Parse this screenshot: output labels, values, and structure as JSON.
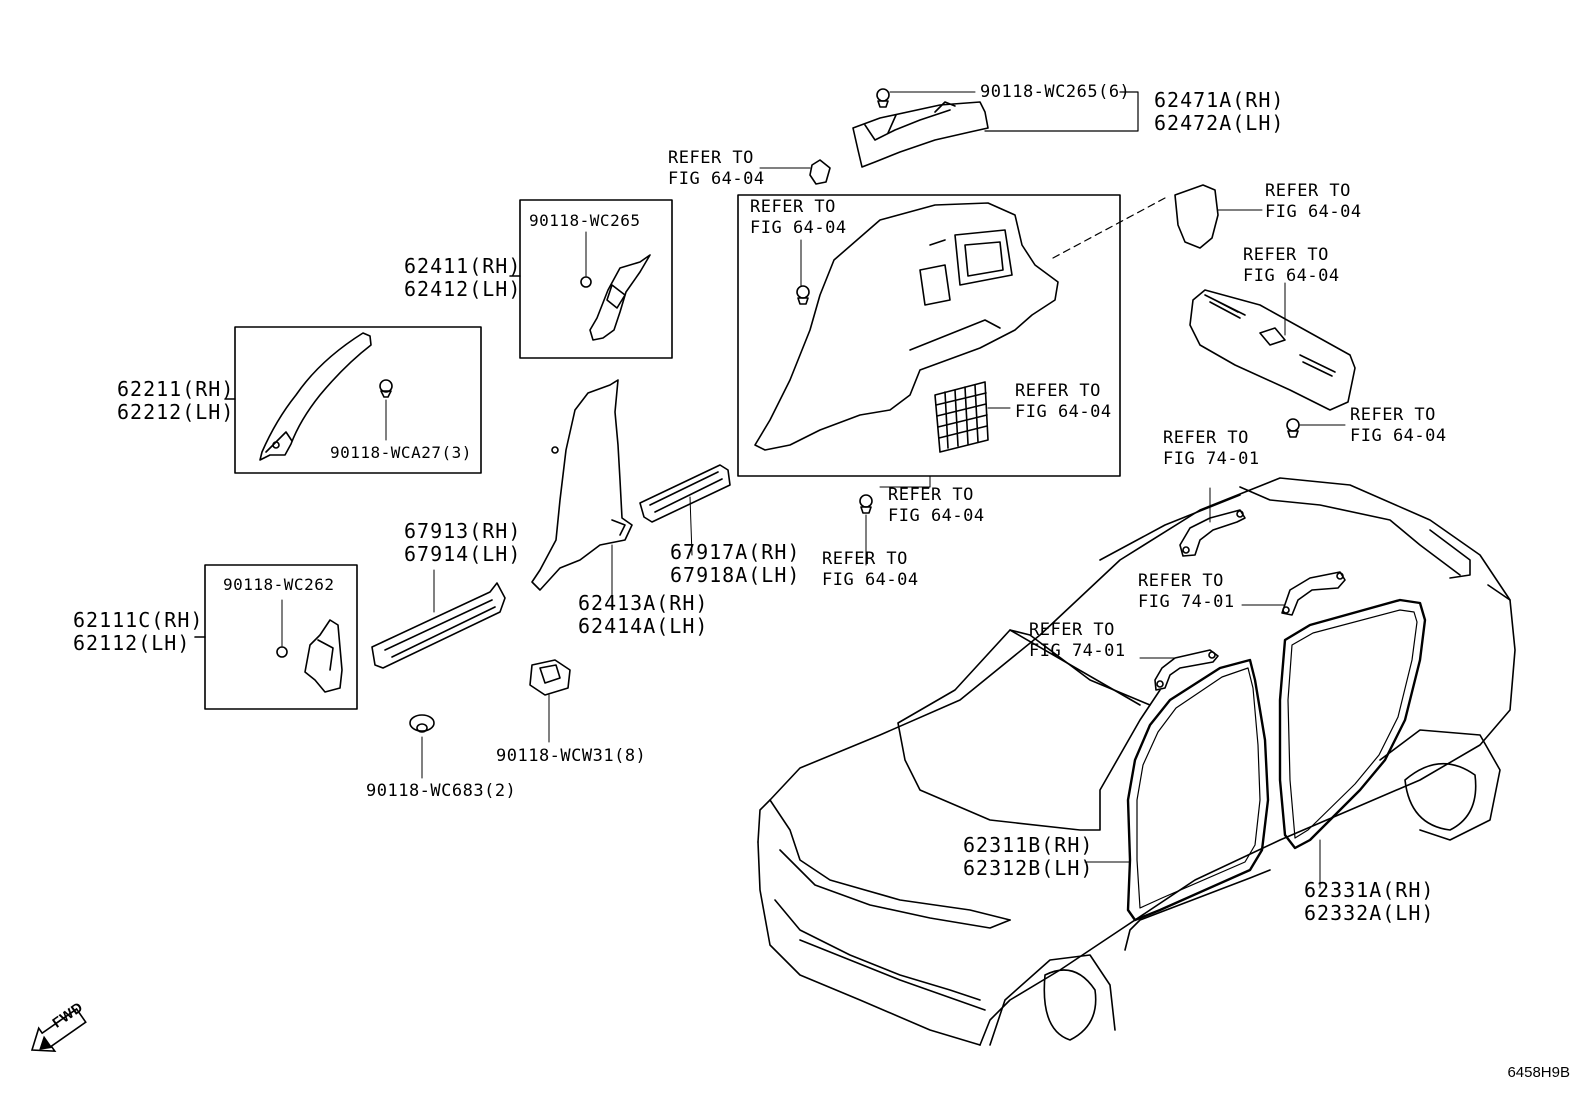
{
  "labels": {
    "p62471": "62471A(RH)",
    "p62472": "62472A(LH)",
    "p90118_wc265_6": "90118-WC265(6)",
    "refer_a_1": "REFER TO",
    "refer_a_2": "FIG 64-04",
    "box_b_part": "90118-WC265",
    "p62411": "62411(RH)",
    "p62412": "62412(LH)",
    "p62211": "62211(RH)",
    "p62212": "62212(LH)",
    "p90118_wca27": "90118-WCA27(3)",
    "refer_c_1": "REFER TO",
    "refer_c_2": "FIG 64-04",
    "refer_d_1": "REFER TO",
    "refer_d_2": "FIG 64-04",
    "refer_e_1": "REFER TO",
    "refer_e_2": "FIG 64-04",
    "refer_f_1": "REFER TO",
    "refer_f_2": "FIG 64-04",
    "refer_g_1": "REFER TO",
    "refer_g_2": "FIG 64-04",
    "refer_h_1": "REFER TO",
    "refer_h_2": "FIG 64-04",
    "refer_i_1": "REFER TO",
    "refer_i_2": "FIG 64-04",
    "refer_j_1": "REFER TO",
    "refer_j_2": "FIG 74-01",
    "refer_k_1": "REFER TO",
    "refer_k_2": "FIG 74-01",
    "refer_l_1": "REFER TO",
    "refer_l_2": "FIG 74-01",
    "p67913": "67913(RH)",
    "p67914": "67914(LH)",
    "p67917": "67917A(RH)",
    "p67918": "67918A(LH)",
    "p62413": "62413A(RH)",
    "p62414": "62414A(LH)",
    "box_e_part": "90118-WC262",
    "p62111": "62111C(RH)",
    "p62112": "62112(LH)",
    "p90118_wcw31": "90118-WCW31(8)",
    "p90118_wc683": "90118-WC683(2)",
    "p62311": "62311B(RH)",
    "p62312": "62312B(LH)",
    "p62331": "62331A(RH)",
    "p62332": "62332A(LH)",
    "fwd": "FWD",
    "code": "6458H9B"
  }
}
